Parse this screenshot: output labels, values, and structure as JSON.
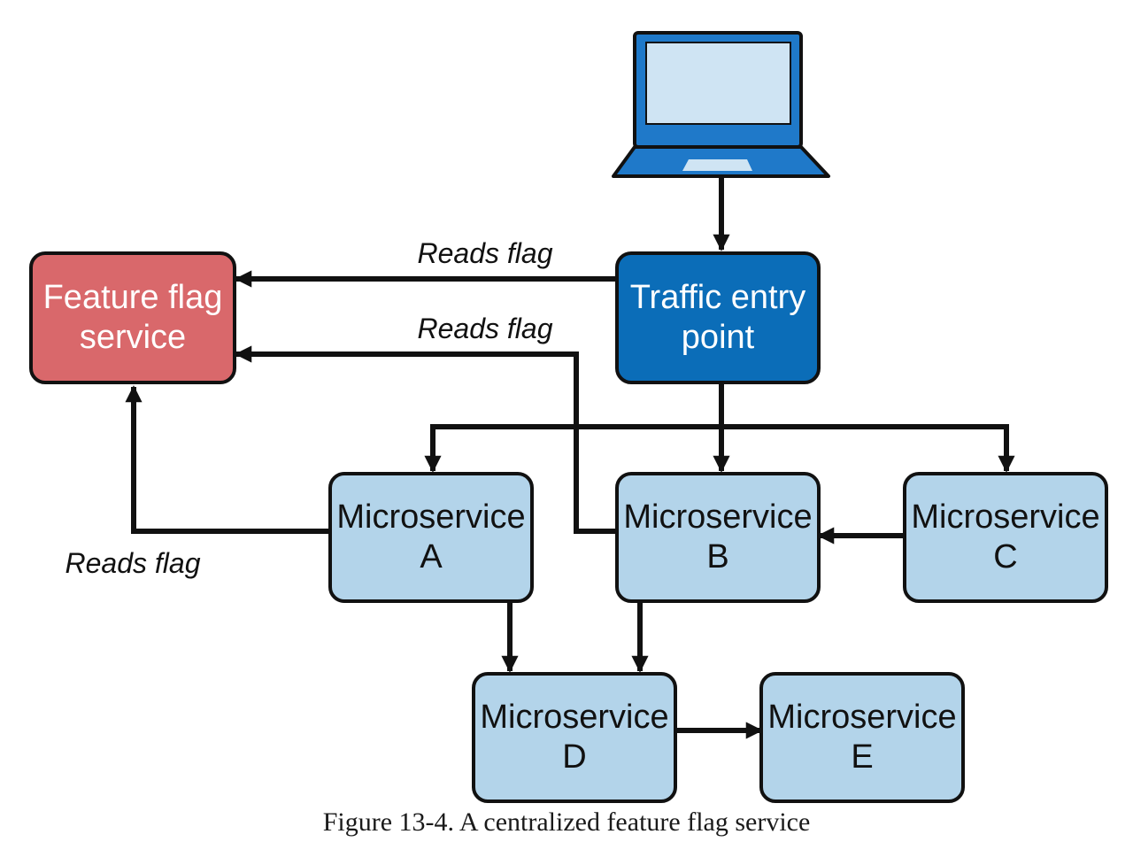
{
  "colors": {
    "feature_flag_fill": "#d9686b",
    "traffic_entry_fill": "#0b6db8",
    "microservice_fill": "#b3d4ea",
    "laptop_body": "#1f79c9",
    "laptop_screen": "#cfe4f3",
    "stroke": "#111111"
  },
  "nodes": {
    "laptop": {
      "icon": "laptop-icon"
    },
    "feature_flag": {
      "line1": "Feature flag",
      "line2": "service"
    },
    "traffic_entry": {
      "line1": "Traffic entry",
      "line2": "point"
    },
    "ms_a": {
      "line1": "Microservice",
      "line2": "A"
    },
    "ms_b": {
      "line1": "Microservice",
      "line2": "B"
    },
    "ms_c": {
      "line1": "Microservice",
      "line2": "C"
    },
    "ms_d": {
      "line1": "Microservice",
      "line2": "D"
    },
    "ms_e": {
      "line1": "Microservice",
      "line2": "E"
    }
  },
  "edge_labels": {
    "entry_reads": "Reads flag",
    "b_reads": "Reads flag",
    "a_reads": "Reads flag"
  },
  "caption": "Figure 13-4. A centralized feature flag service"
}
